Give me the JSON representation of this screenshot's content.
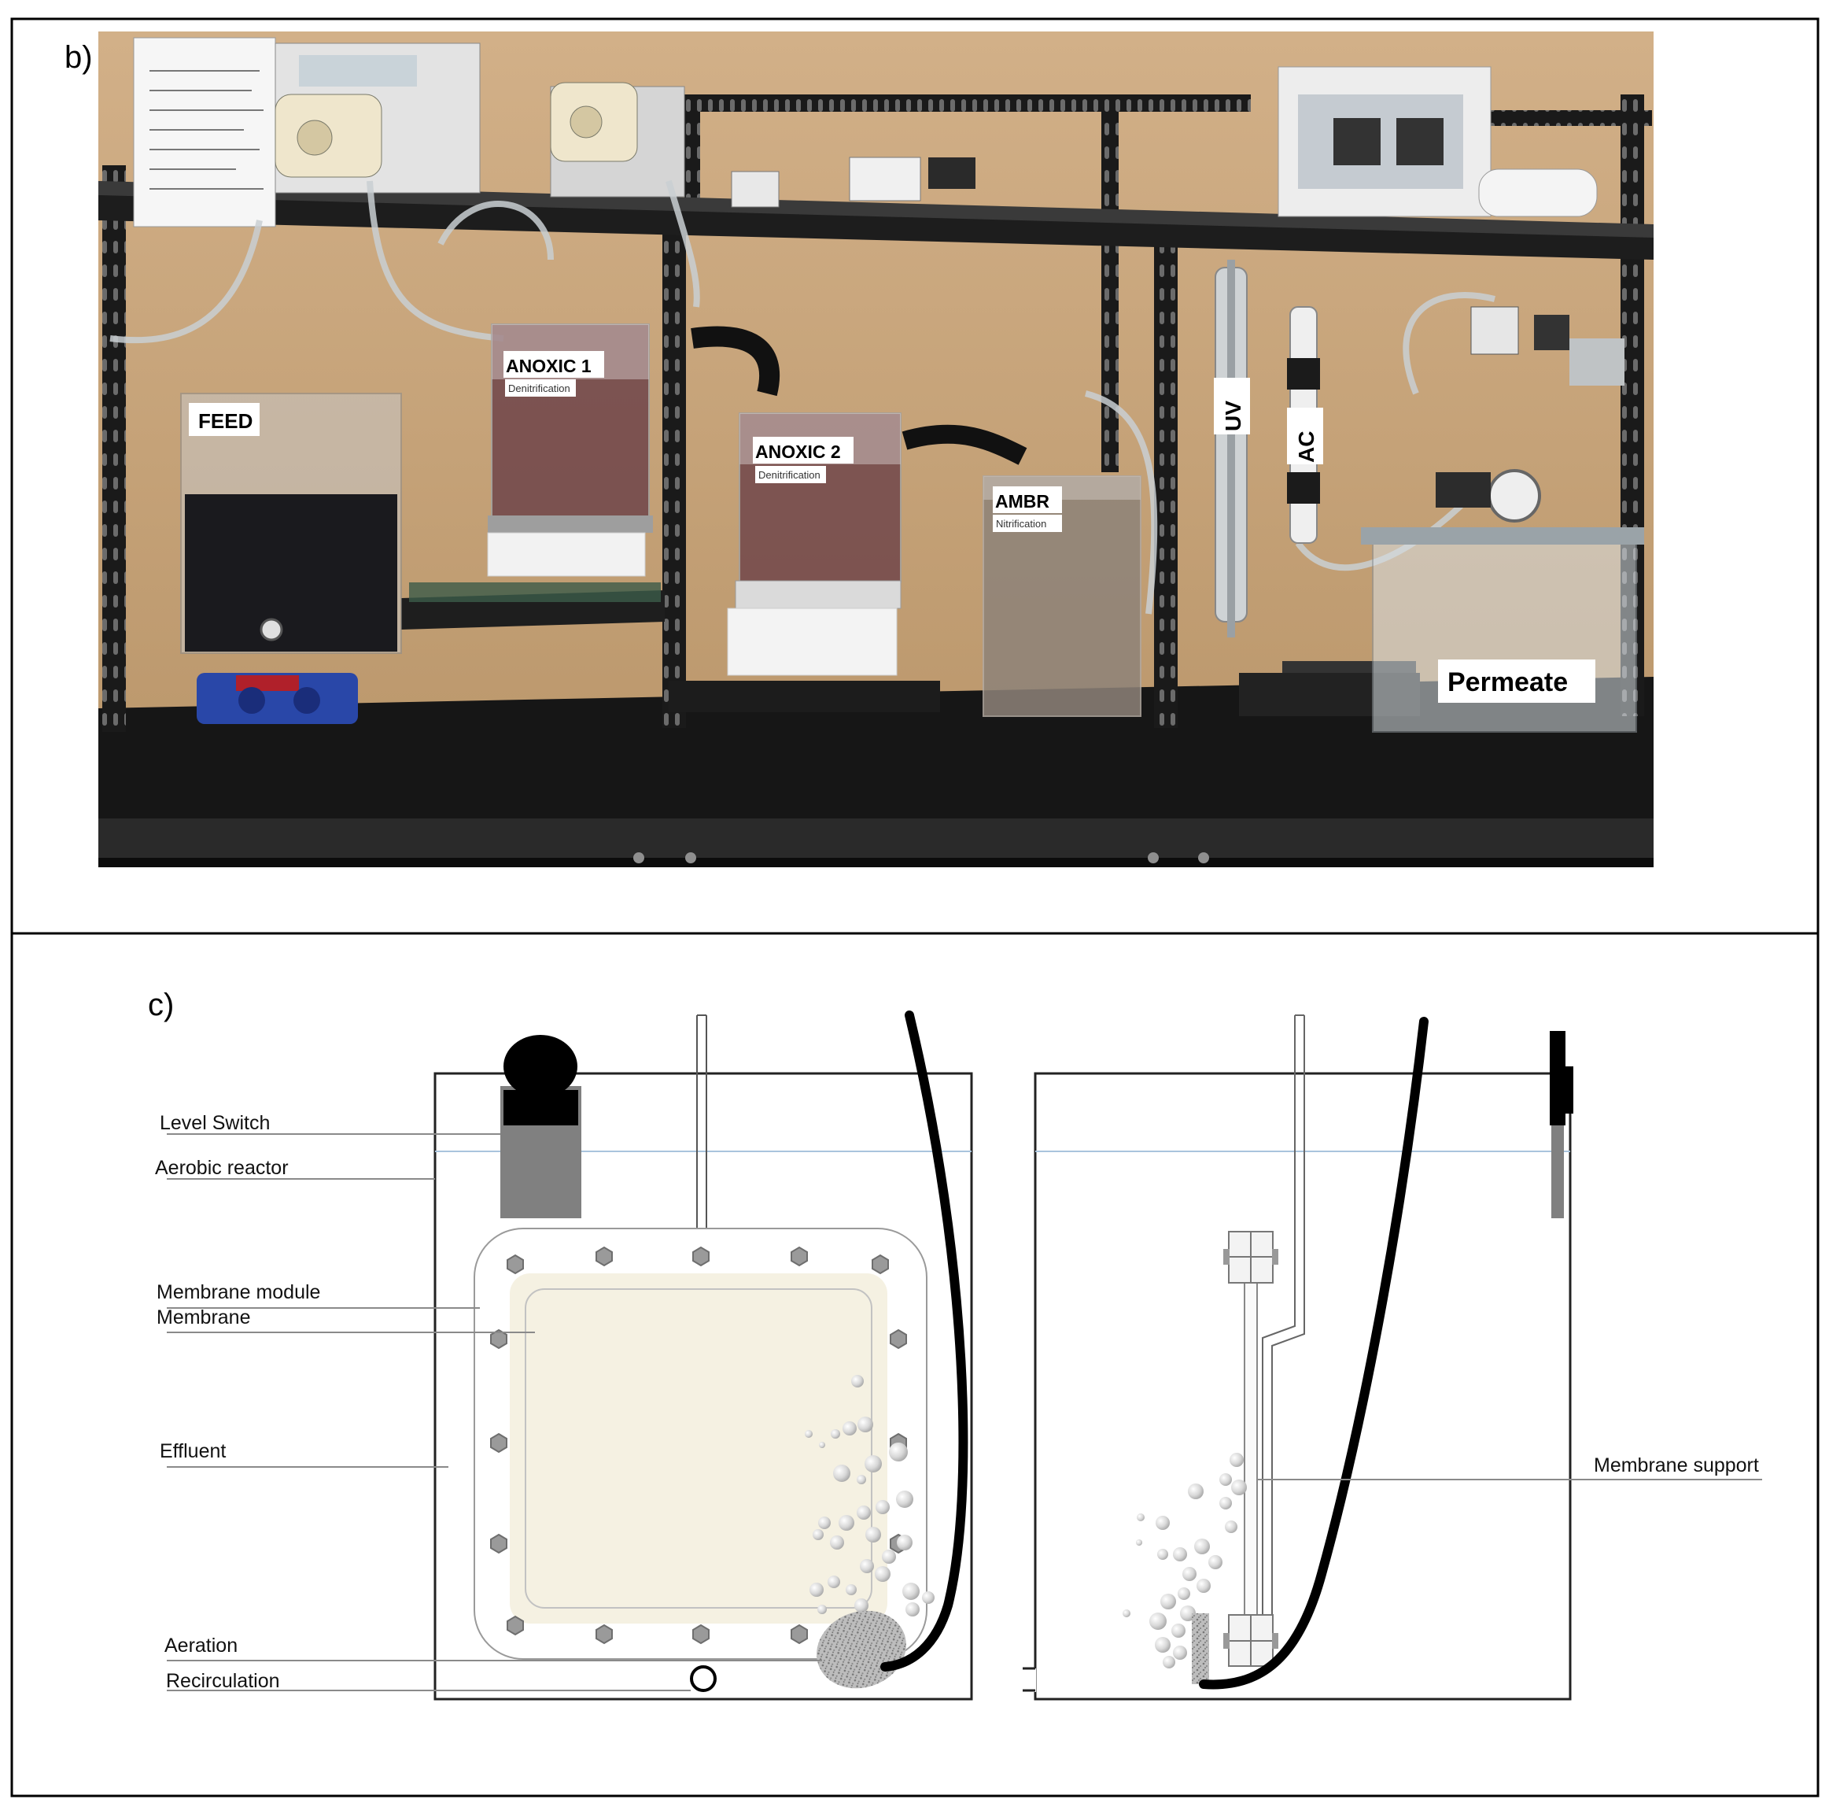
{
  "panel_b": {
    "letter": "b)",
    "labels": {
      "feed": "FEED",
      "anoxic1": "ANOXIC 1",
      "anoxic1_sub": "Denitrification",
      "anoxic2": "ANOXIC 2",
      "anoxic2_sub": "Denitrification",
      "ambr": "AMBR",
      "ambr_sub": "Nitrification",
      "uv": "UV",
      "ac": "AC",
      "permeate": "Permeate"
    }
  },
  "panel_c": {
    "letter": "c)",
    "callouts": {
      "level_switch": "Level Switch",
      "aerobic_reactor": "Aerobic reactor",
      "membrane_module": "Membrane module",
      "membrane": "Membrane",
      "effluent": "Effluent",
      "aeration": "Aeration",
      "recirculation": "Recirculation",
      "membrane_support": "Membrane support"
    }
  },
  "colors": {
    "wall": "#c9a77c",
    "shelf": "#1d1d1d",
    "membrane_fill": "#f5f1e2",
    "bubble": "#d9d9d9",
    "water_line": "#a9c4dd"
  }
}
